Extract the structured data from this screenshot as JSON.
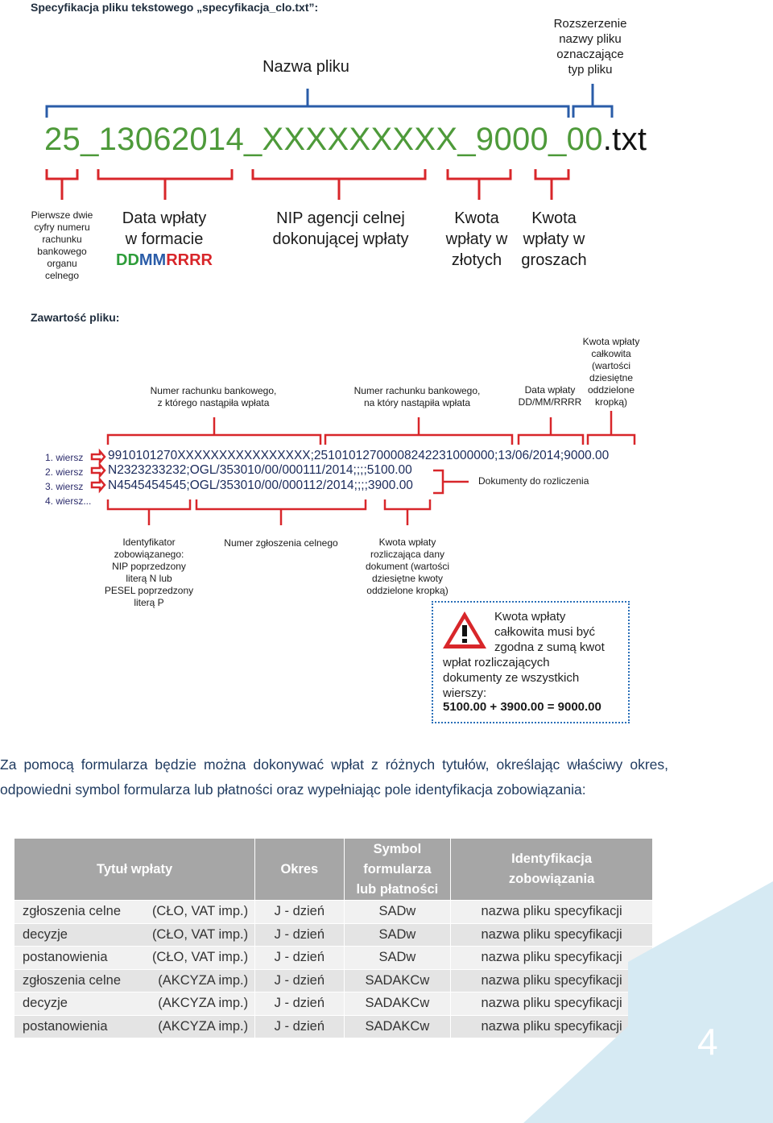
{
  "spec": {
    "title": "Specyfikacja pliku tekstowego „specyfikacja_clo.txt”:",
    "filename_green": "25_13062014_XXXXXXXXX_9000_00",
    "filename_ext": ".txt",
    "label_nazwa": "Nazwa pliku",
    "label_rozszerzenie": [
      "Rozszerzenie",
      "nazwy pliku",
      "oznaczające",
      "typ pliku"
    ],
    "label_pierwsze": [
      "Pierwsze dwie",
      "cyfry numeru",
      "rachunku",
      "bankowego",
      "organu",
      "celnego"
    ],
    "label_data": [
      "Data wpłaty",
      "w formacie"
    ],
    "fmt_dd": "DD",
    "fmt_mm": "MM",
    "fmt_rrrr": "RRRR",
    "label_nip": [
      "NIP agencji celnej",
      "dokonującej wpłaty"
    ],
    "label_kwota_zl": [
      "Kwota",
      "wpłaty w",
      "złotych"
    ],
    "label_kwota_gr": [
      "Kwota",
      "wpłaty w",
      "groszach"
    ]
  },
  "content": {
    "title": "Zawartość pliku:",
    "top_labels": {
      "rachunek_z": [
        "Numer rachunku bankowego,",
        "z którego nastąpiła wpłata"
      ],
      "rachunek_na": [
        "Numer rachunku bankowego,",
        "na który nastąpiła wpłata"
      ],
      "data_wplaty": [
        "Data wpłaty",
        "DD/MM/RRRR"
      ],
      "kwota_calk": [
        "Kwota wpłaty",
        "całkowita",
        "(wartości",
        "dziesiętne",
        "oddzielone",
        "kropką)"
      ]
    },
    "rows": [
      {
        "label": "1. wiersz",
        "text": "9910101270XXXXXXXXXXXXXXXX;25101012700008242231000000;13/06/2014;9000.00"
      },
      {
        "label": "2. wiersz",
        "text": "N2323233232;OGL/353010/00/000111/2014;;;;5100.00"
      },
      {
        "label": "3. wiersz",
        "text": "N4545454545;OGL/353010/00/000112/2014;;;;3900.00"
      },
      {
        "label": "4. wiersz...",
        "text": ""
      }
    ],
    "dokumenty": "Dokumenty do rozliczenia",
    "bottom_labels": {
      "identyfikator": [
        "Identyfikator",
        "zobowiązanego:",
        "NIP poprzedzony",
        "literą N lub",
        "PESEL poprzedzony",
        "literą P"
      ],
      "numer_zgl": [
        "Numer zgłoszenia celnego"
      ],
      "kwota_rozl": [
        "Kwota wpłaty",
        "rozliczająca dany",
        "dokument (wartości",
        "dziesiętne kwoty",
        "oddzielone kropką)"
      ]
    },
    "warning": {
      "lines_right": [
        "Kwota wpłaty",
        "całkowita musi być",
        "zgodna z sumą kwot"
      ],
      "lines_full": [
        "wpłat rozliczających",
        "dokumenty ze wszystkich",
        "wierszy:"
      ],
      "equation": "5100.00 + 3900.00 = 9000.00"
    }
  },
  "paragraph": "Za pomocą formularza będzie można dokonywać wpłat z różnych tytułów, określając właściwy okres, odpowiedni symbol formularza lub płatności oraz wypełniając pole identyfikacja zobowiązania:",
  "table": {
    "headers": {
      "tytul": "Tytuł wpłaty",
      "okres": "Okres",
      "symbol": [
        "Symbol",
        "formularza",
        "lub płatności"
      ],
      "ident": [
        "Identyfikacja",
        "zobowiązania"
      ]
    },
    "rows": [
      {
        "tytul": "zgłoszenia celne",
        "typ": "(CŁO, VAT imp.)",
        "okres": "J - dzień",
        "symbol": "SADw",
        "ident": "nazwa pliku specyfikacji"
      },
      {
        "tytul": "decyzje",
        "typ": "(CŁO, VAT imp.)",
        "okres": "J - dzień",
        "symbol": "SADw",
        "ident": "nazwa pliku specyfikacji"
      },
      {
        "tytul": "postanowienia",
        "typ": "(CŁO, VAT imp.)",
        "okres": "J - dzień",
        "symbol": "SADw",
        "ident": "nazwa pliku specyfikacji"
      },
      {
        "tytul": "zgłoszenia celne",
        "typ": "(AKCYZA imp.)",
        "okres": "J - dzień",
        "symbol": "SADAKCw",
        "ident": "nazwa pliku specyfikacji"
      },
      {
        "tytul": "decyzje",
        "typ": "(AKCYZA imp.)",
        "okres": "J - dzień",
        "symbol": "SADAKCw",
        "ident": "nazwa pliku specyfikacji"
      },
      {
        "tytul": "postanowienia",
        "typ": "(AKCYZA imp.)",
        "okres": "J - dzień",
        "symbol": "SADAKCw",
        "ident": "nazwa pliku specyfikacji"
      }
    ]
  },
  "page_number": "4",
  "colors": {
    "bracket": "#2a5ca8",
    "red_bracket": "#d8262a",
    "green": "#4e9a3a",
    "corner": "#d6eaf3"
  }
}
